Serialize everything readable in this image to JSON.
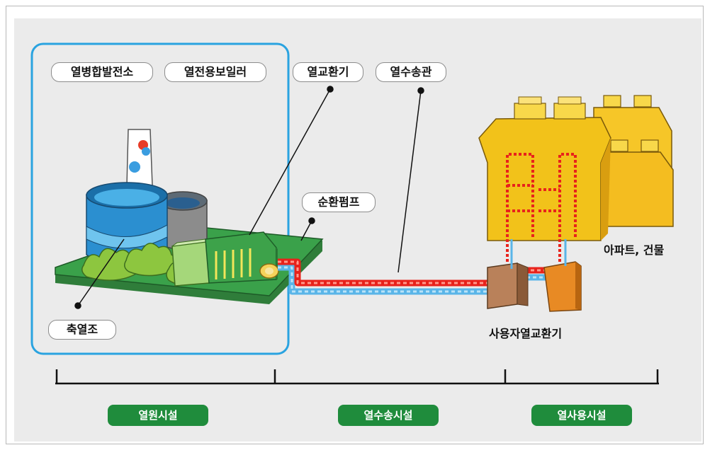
{
  "labels": {
    "chp_plant": "열병합발전소",
    "heat_only_boiler": "열전용보일러",
    "heat_exchanger": "열교환기",
    "heat_transport_pipe": "열수송관",
    "circulation_pump": "순환펌프",
    "heat_storage_tank": "축열조",
    "apartments_buildings": "아파트, 건물",
    "user_heat_exchanger": "사용자열교환기"
  },
  "categories": {
    "heat_source_facility": "열원시설",
    "heat_transport_facility": "열수송시설",
    "heat_use_facility": "열사용시설"
  },
  "colors": {
    "source_frame": "#2aa3e0",
    "category_badge": "#1f8c3c",
    "supply_pipe": "#e8221b",
    "return_pipe": "#7cc7ee",
    "building": "#f2c21a"
  }
}
